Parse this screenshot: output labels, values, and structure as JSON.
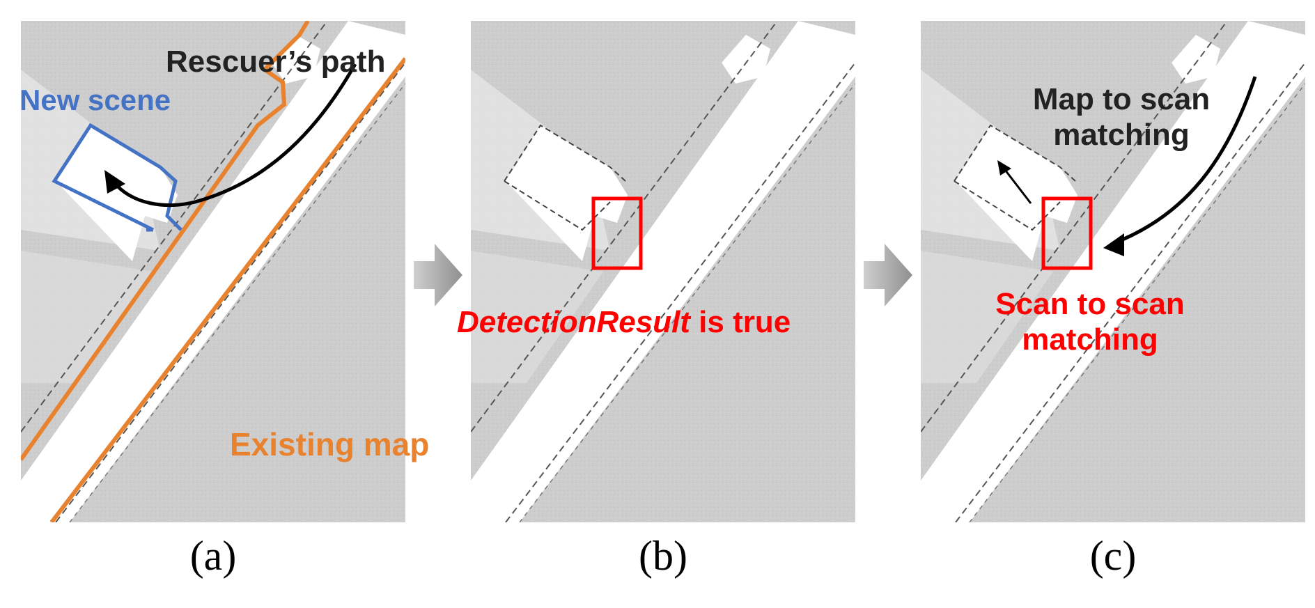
{
  "colors": {
    "map_background": "#cdcdcd",
    "corridor": "#ffffff",
    "wall_dash": "#555555",
    "existing_map": "#e8822e",
    "new_scene": "#4472c4",
    "path_arrow": "#000000",
    "detection": "#ff0000",
    "flow_arrow": "#a6a6a6",
    "label_dark": "#222222"
  },
  "panels": [
    {
      "id": "a",
      "caption": "(a)",
      "labels": {
        "rescuer_path": "Rescuer’s path",
        "new_scene": "New scene",
        "existing_map": "Existing map"
      }
    },
    {
      "id": "b",
      "caption": "(b)",
      "labels": {
        "detection_italic": "DetectionResult",
        "detection_rest": " is true"
      }
    },
    {
      "id": "c",
      "caption": "(c)",
      "labels": {
        "map_to_scan": "Map to scan matching",
        "scan_to_scan": "Scan to scan matching"
      }
    }
  ],
  "icons": {
    "flow_arrow": "chevron-right-arrow-icon",
    "path_arrow": "curved-arrow-icon"
  }
}
